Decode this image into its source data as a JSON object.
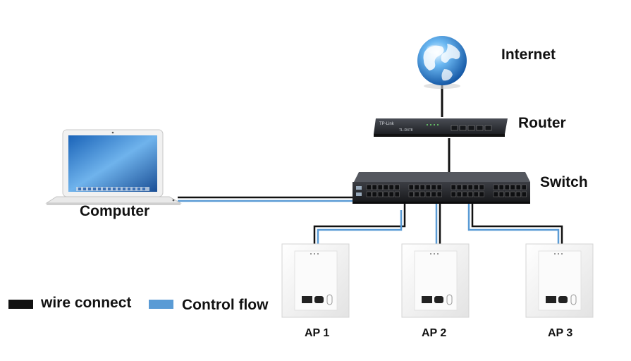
{
  "labels": {
    "internet": "Internet",
    "router": "Router",
    "switch": "Switch",
    "computer": "Computer"
  },
  "access_points": [
    {
      "label": "AP 1"
    },
    {
      "label": "AP 2"
    },
    {
      "label": "AP 3"
    }
  ],
  "router_brand": "TP-Link",
  "router_model": "TL-R478",
  "legend": {
    "wire_label": "wire connect",
    "control_label": "Control flow"
  },
  "colors": {
    "wire": "#111111",
    "control": "#5a9bd5",
    "globe": "#2a7fd4",
    "device_dark": "#2d2f33"
  }
}
